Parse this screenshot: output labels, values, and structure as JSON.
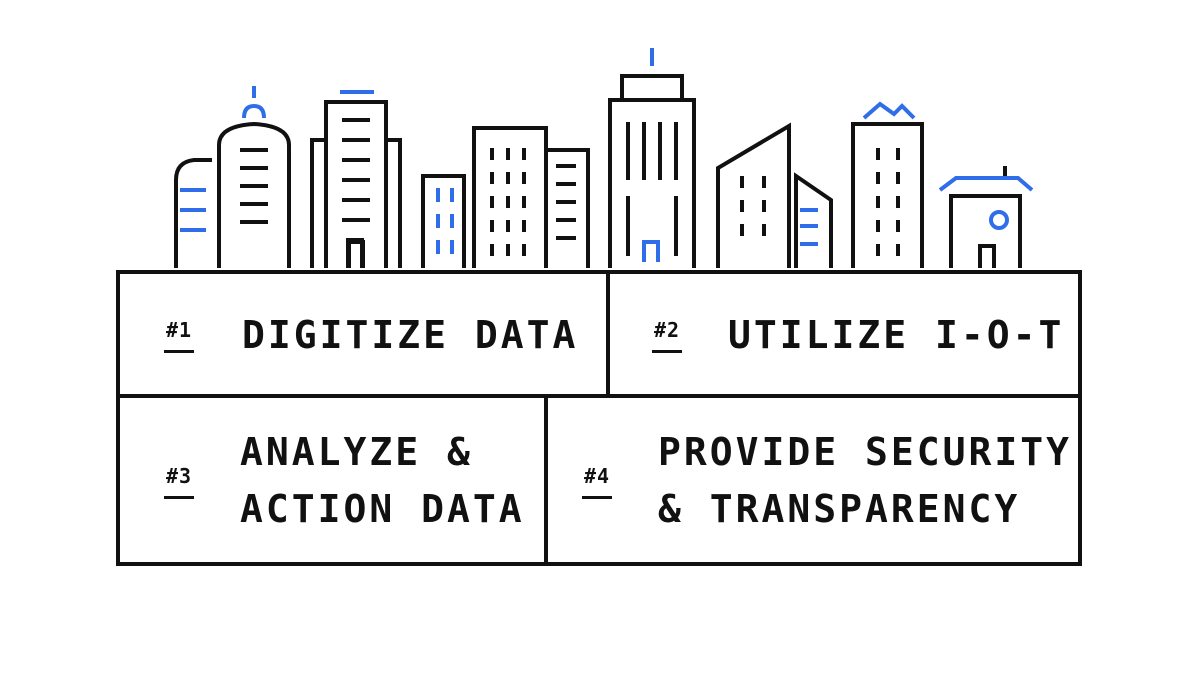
{
  "colors": {
    "ink": "#111111",
    "accent": "#2f6ee8",
    "background": "#ffffff"
  },
  "steps": [
    {
      "number": "#1",
      "lines": [
        "DIGITIZE DATA"
      ]
    },
    {
      "number": "#2",
      "lines": [
        "UTILIZE I-O-T"
      ]
    },
    {
      "number": "#3",
      "lines": [
        "ANALYZE &",
        "ACTION DATA"
      ]
    },
    {
      "number": "#4",
      "lines": [
        "PROVIDE SECURITY",
        "& TRANSPARENCY"
      ]
    }
  ]
}
